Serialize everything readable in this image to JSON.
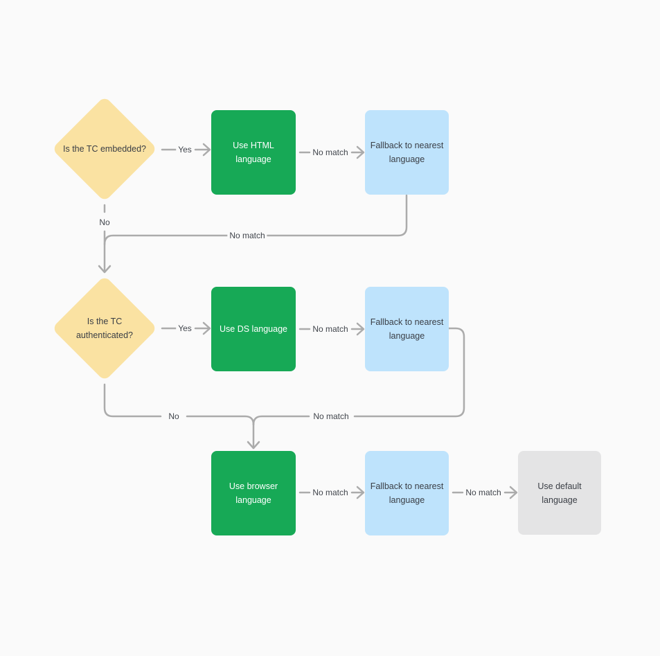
{
  "page": {
    "background": "#fafafa"
  },
  "flowchart": {
    "nodes": {
      "d1": {
        "label": "Is the TC embedded?",
        "type": "decision",
        "color": "#fae2a2"
      },
      "g1": {
        "label": "Use HTML language",
        "type": "action",
        "color": "#17a956"
      },
      "b1": {
        "label": "Fallback to nearest language",
        "type": "fallback",
        "color": "#bee3fc"
      },
      "d2": {
        "label": "Is the TC authenticated?",
        "type": "decision",
        "color": "#fae2a2"
      },
      "g2": {
        "label": "Use DS language",
        "type": "action",
        "color": "#17a956"
      },
      "b2": {
        "label": "Fallback to nearest language",
        "type": "fallback",
        "color": "#bee3fc"
      },
      "g3": {
        "label": "Use browser language",
        "type": "action",
        "color": "#17a956"
      },
      "b3": {
        "label": "Fallback to nearest language",
        "type": "fallback",
        "color": "#bee3fc"
      },
      "df": {
        "label": "Use default language",
        "type": "terminal",
        "color": "#e4e4e5"
      }
    },
    "edge_labels": {
      "yes1": "Yes",
      "no_match1": "No match",
      "no1": "No",
      "no_match1_return": "No match",
      "yes2": "Yes",
      "no_match2": "No match",
      "no2": "No",
      "no_match2_return": "No match",
      "no_match3": "No match",
      "no_match4": "No match"
    },
    "colors": {
      "connector": "#ababab",
      "text_dark": "#3a3e45",
      "text_light": "#ffffff"
    }
  }
}
